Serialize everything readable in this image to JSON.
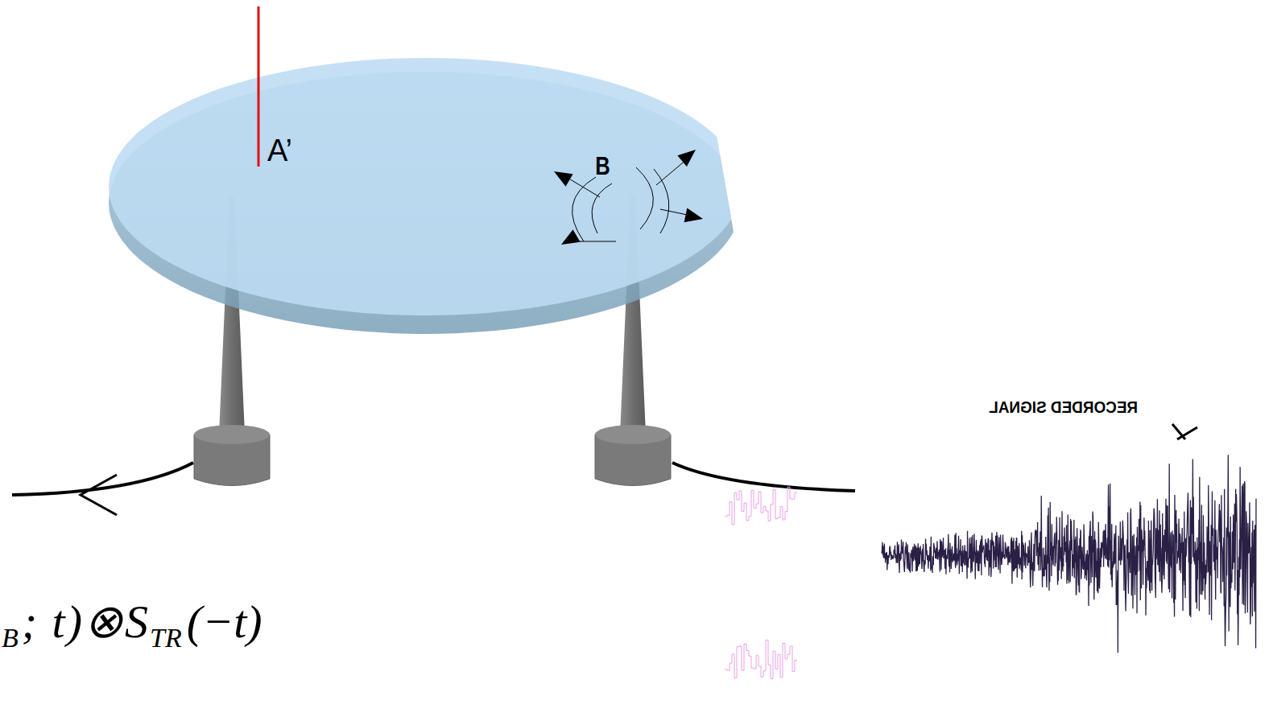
{
  "diagram": {
    "labels": [
      "A’",
      "B",
      "RECORDED SIGNAL",
      "B",
      "; t)⊗S",
      "TR",
      "(−t)"
    ]
  }
}
